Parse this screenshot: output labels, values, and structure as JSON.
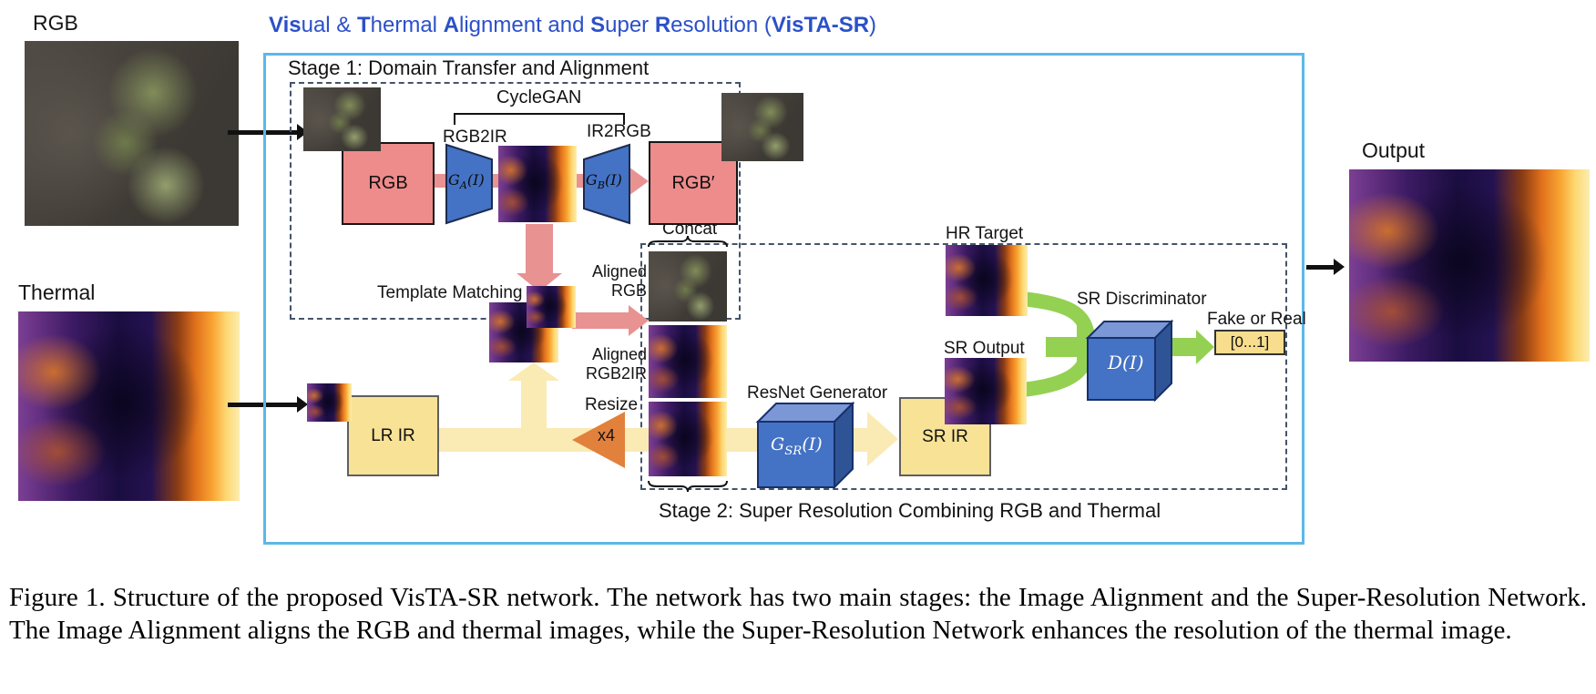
{
  "title": {
    "parts": [
      {
        "b": 1,
        "t": "Vis"
      },
      {
        "b": 0,
        "t": "ual & "
      },
      {
        "b": 1,
        "t": "T"
      },
      {
        "b": 0,
        "t": "hermal "
      },
      {
        "b": 1,
        "t": "A"
      },
      {
        "b": 0,
        "t": "lignment and "
      },
      {
        "b": 1,
        "t": "S"
      },
      {
        "b": 0,
        "t": "uper "
      },
      {
        "b": 1,
        "t": "R"
      },
      {
        "b": 0,
        "t": "esolution ("
      },
      {
        "b": 1,
        "t": "VisTA-SR"
      },
      {
        "b": 0,
        "t": ")"
      }
    ]
  },
  "inputs": {
    "rgb_label": "RGB",
    "thermal_label": "Thermal"
  },
  "output": {
    "label": "Output"
  },
  "stage1": {
    "label": "Stage 1: Domain Transfer and Alignment",
    "cyclegan": "CycleGAN",
    "rgb2ir": "RGB2IR",
    "ir2rgb": "IR2RGB",
    "rgb_box": "RGB",
    "rgb_prime_box": "RGB′",
    "template_matching": "Template Matching"
  },
  "stage2": {
    "label": "Stage 2: Super Resolution Combining RGB and Thermal",
    "concat": "Concat",
    "aligned_rgb": "Aligned RGB",
    "aligned_rgb2ir": "Aligned RGB2IR",
    "resize": "Resize",
    "x4": "x4",
    "lr_ir": "LR IR",
    "resnet_generator": "ResNet Generator",
    "sr_ir": "SR IR",
    "hr_target": "HR Target",
    "sr_output": "SR Output",
    "sr_discriminator": "SR Discriminator",
    "fake_or_real": "Fake or Real",
    "score_range": "[0...1]"
  },
  "math": {
    "ga": {
      "base": "G",
      "sub": "A",
      "args": "(I)"
    },
    "gb": {
      "base": "G",
      "sub": "B",
      "args": "(I)"
    },
    "gsr": {
      "base": "G",
      "sub": "SR",
      "args": "(I)"
    },
    "d": {
      "base": "D",
      "args": "(I)"
    }
  },
  "caption": "Figure 1. Structure of the proposed VisTA-SR network. The network has two main stages: the Image Alignment and the Super-Resolution Network. The Image Alignment aligns the RGB and thermal images, while the Super-Resolution Network enhances the resolution of the thermal image.",
  "colors": {
    "title_blue": "#2b50c9",
    "frame_blue": "#5bb8e8",
    "dashed": "#44546a",
    "pink": "#ee8b8b",
    "pink_arrow": "#e89292",
    "accent_blue": "#4472c4",
    "yellow": "#f7e296",
    "band": "#faeab4",
    "green": "#94d153",
    "orange": "#e1813c",
    "score": "#f7dd8d"
  }
}
